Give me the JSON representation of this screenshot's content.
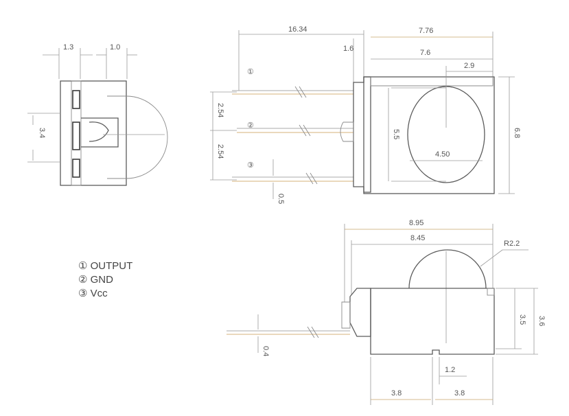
{
  "legend": [
    {
      "marker": "①",
      "label": "OUTPUT"
    },
    {
      "marker": "②",
      "label": "GND"
    },
    {
      "marker": "③",
      "label": "Vcc"
    }
  ],
  "pin_markers": [
    "①",
    "②",
    "③"
  ],
  "dimensions": {
    "side_pin_pitch": "1.3",
    "side_width": "1.0",
    "side_height": "3.4",
    "lead_length": "16.34",
    "lead_stub": "1.6",
    "body_depth_total": "7.76",
    "body_depth": "7.6",
    "lens_offset": "2.9",
    "pin_pitch_top": "2.54",
    "pin_pitch_bottom": "2.54",
    "lead_thickness_top": "0.5",
    "lens_height": "5.5",
    "lens_diameter": "4.50",
    "body_height": "6.8",
    "bottom_length_total": "8.95",
    "bottom_length": "8.45",
    "lens_radius": "R2.2",
    "body_side_height": "3.5",
    "body_side_height_total": "3.6",
    "lead_thickness_bottom": "0.4",
    "tab_offset": "1.2",
    "base_left": "3.8",
    "base_right": "3.8"
  }
}
